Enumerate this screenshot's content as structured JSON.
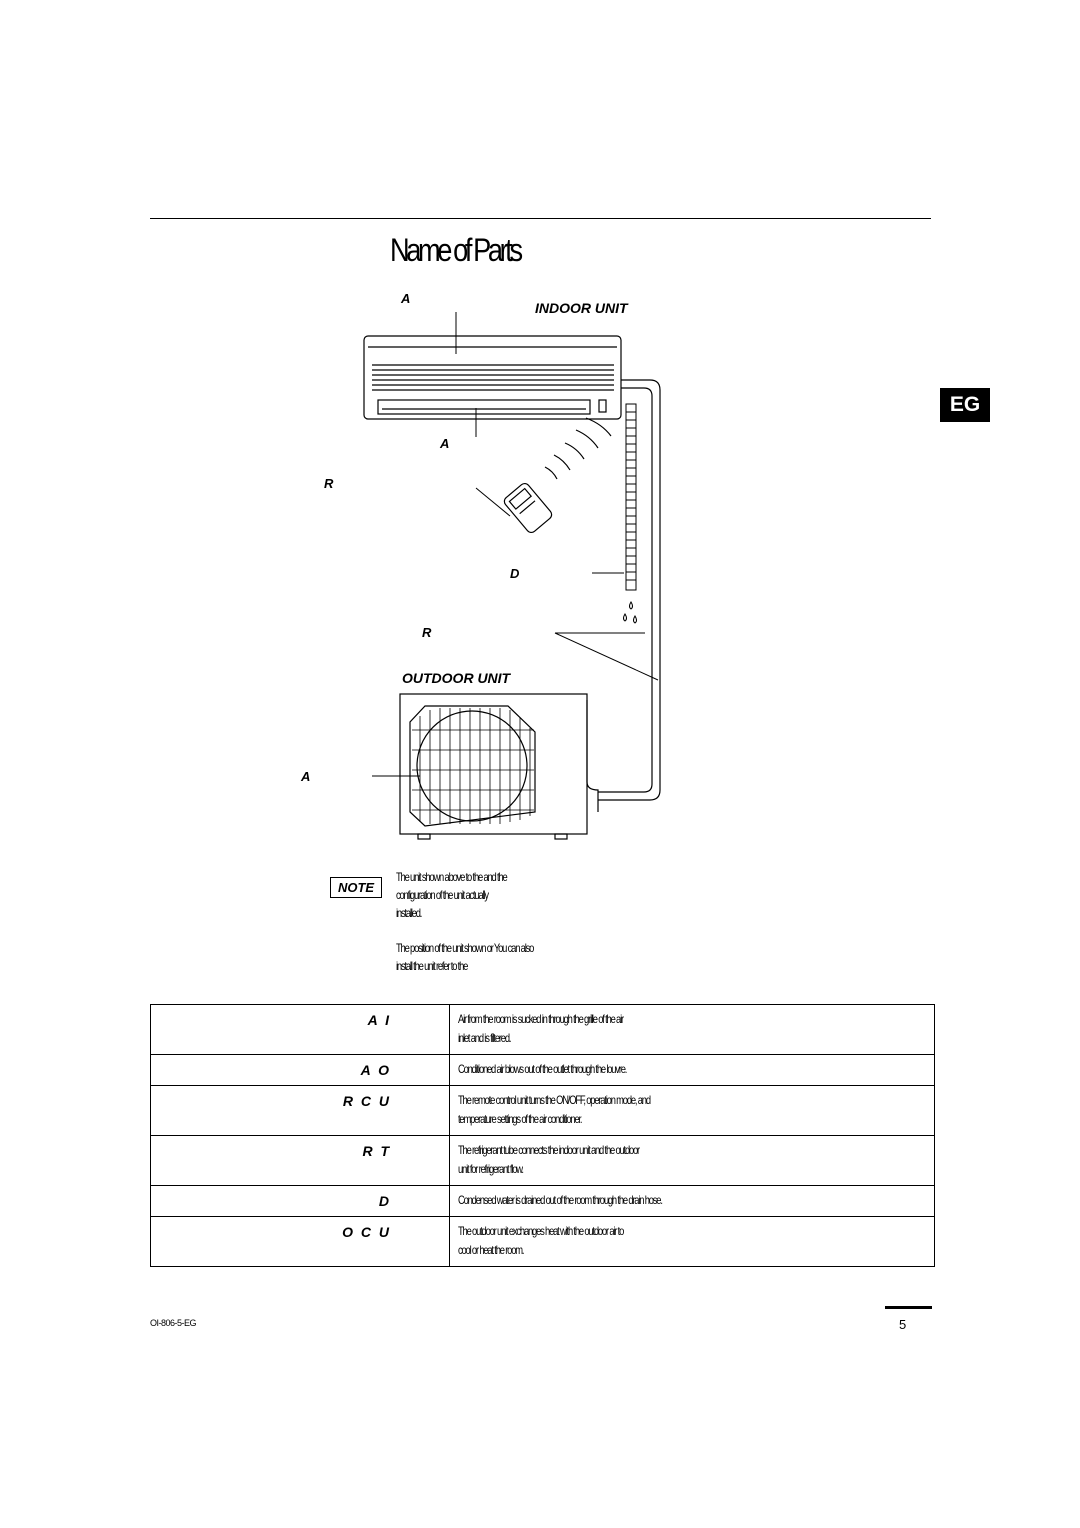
{
  "page": {
    "title": "Name of Parts",
    "language_tab": "EG",
    "footer_code": "OI-806-5-EG",
    "page_number": "5"
  },
  "diagram": {
    "indoor_heading": "INDOOR UNIT",
    "outdoor_heading": "OUTDOOR UNIT",
    "callouts": {
      "air_intake": "A",
      "air_outlet": "A",
      "remote": "R",
      "drain": "D",
      "refrigerant": "R",
      "air_outdoor": "A"
    }
  },
  "note": {
    "badge": "NOTE",
    "para1": [
      "The unit shown above      to the      and the",
      "configuration of the unit actually",
      "installed."
    ],
    "para2": [
      "The position of the unit shown or You can also",
      "install the unit      refer to the"
    ]
  },
  "parts_table": [
    {
      "name": "A I",
      "desc": [
        "Air from the room is sucked in through the grille of the air",
        "inlet and is filtered."
      ]
    },
    {
      "name": "A O",
      "desc": [
        "Conditioned air blows out of the outlet through the louvre."
      ]
    },
    {
      "name": "R C U",
      "desc": [
        "The remote control unit turns the ON/OFF, operation mode, and",
        "temperature settings of the air conditioner."
      ]
    },
    {
      "name": "R T",
      "desc": [
        "The refrigerant tube connects the indoor unit and the outdoor",
        "unit for refrigerant flow."
      ]
    },
    {
      "name": "D",
      "desc": [
        "Condensed water is drained out of the room through the drain hose."
      ]
    },
    {
      "name": "O C U",
      "desc": [
        "The outdoor unit exchanges heat with the outdoor air to",
        "cool or heat the room."
      ]
    }
  ]
}
